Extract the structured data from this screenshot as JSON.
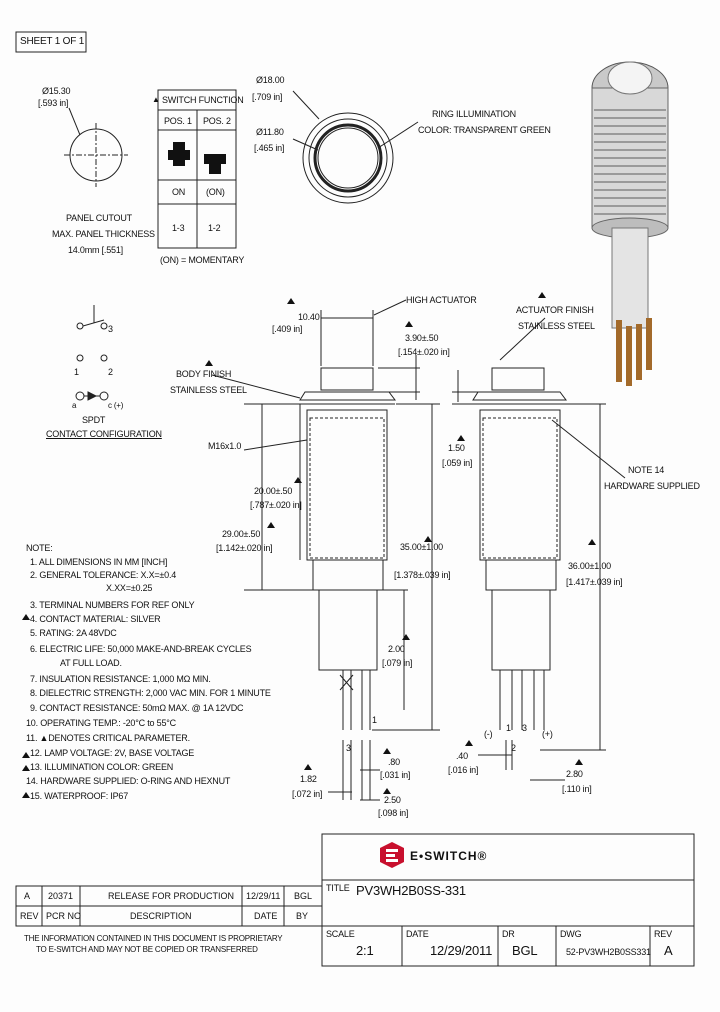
{
  "sheet_label": "SHEET 1 OF 1",
  "panel_cutout": {
    "dia_mm": "Ø15.30",
    "dia_in": "[.593 in]",
    "title": "PANEL CUTOUT",
    "max_thickness": "MAX. PANEL THICKNESS",
    "thickness_value": "14.0mm [.551]"
  },
  "switch_function": {
    "header": "SWITCH FUNCTION",
    "col1": "POS. 1",
    "col2": "POS. 2",
    "state1": "ON",
    "state2": "(ON)",
    "contact1": "1-3",
    "contact2": "1-2",
    "footnote": "(ON) = MOMENTARY"
  },
  "top_view": {
    "outer_dia_mm": "Ø18.00",
    "outer_dia_in": "[.709 in]",
    "inner_dia_mm": "Ø11.80",
    "inner_dia_in": "[.465 in]",
    "ring_label_1": "RING ILLUMINATION",
    "ring_label_2": "COLOR: TRANSPARENT GREEN"
  },
  "contact_config": {
    "pin_a": "3",
    "pin_b": "1",
    "pin_c": "2",
    "label_1": "SPDT",
    "label_2": "CONTACT CONFIGURATION",
    "led_minus": "a",
    "led_plus": "c (+)"
  },
  "dimensions": {
    "d1040_mm": "10.40",
    "d1040_in": "[.409 in]",
    "high_actuator": "HIGH ACTUATOR",
    "d390_mm": "3.90±.50",
    "d390_in": "[.154±.020 in]",
    "body_finish_1": "BODY FINISH",
    "body_finish_2": "STAINLESS STEEL",
    "thread": "M16x1.0",
    "d2000_mm": "20.00±.50",
    "d2000_in": "[.787±.020 in]",
    "d2900_mm": "29.00±.50",
    "d2900_in": "[1.142±.020 in]",
    "d3500_mm": "35.00±1.00",
    "d3500_in": "[1.378±.039 in]",
    "d200_mm": "2.00",
    "d200_in": "[.079 in]",
    "d080_mm": ".80",
    "d080_in": "[.031 in]",
    "d182_mm": "1.82",
    "d182_in": "[.072 in]",
    "d250_mm": "2.50",
    "d250_in": "[.098 in]",
    "actuator_finish_1": "ACTUATOR FINISH",
    "actuator_finish_2": "STAINLESS STEEL",
    "d150_mm": "1.50",
    "d150_in": "[.059 in]",
    "note14_1": "NOTE 14",
    "note14_2": "HARDWARE SUPPLIED",
    "d3600_mm": "36.00±1.00",
    "d3600_in": "[1.417±.039 in]",
    "d040_mm": ".40",
    "d040_in": "[.016 in]",
    "d280_mm": "2.80",
    "d280_in": "[.110 in]",
    "pin_minus": "(-)",
    "pin_plus": "(+)",
    "pin_label_2": "2",
    "pin_label_1": "1",
    "pin_label_3": "3"
  },
  "notes": {
    "header": "NOTE:",
    "items": [
      "1. ALL DIMENSIONS IN MM [INCH]",
      "2. GENERAL TOLERANCE: X.X=±0.4",
      "X.XX=±0.25",
      "3. TERMINAL NUMBERS FOR REF ONLY",
      "4. CONTACT MATERIAL: SILVER",
      "5. RATING: 2A 48VDC",
      "6. ELECTRIC LIFE: 50,000 MAKE-AND-BREAK CYCLES",
      "AT FULL LOAD.",
      "7. INSULATION RESISTANCE: 1,000 MΩ MIN.",
      "8. DIELECTRIC STRENGTH: 2,000 VAC MIN. FOR 1 MINUTE",
      "9. CONTACT RESISTANCE: 50mΩ MAX. @ 1A 12VDC",
      "10. OPERATING TEMP.: -20°C to 55°C",
      "11. ▲DENOTES CRITICAL PARAMETER.",
      "12. LAMP VOLTAGE: 2V, BASE VOLTAGE",
      "13. ILLUMINATION COLOR: GREEN",
      "14. HARDWARE SUPPLIED: O-RING AND HEXNUT",
      "15. WATERPROOF: IP67"
    ]
  },
  "revision": {
    "rev": "A",
    "pcr": "20371",
    "description": "RELEASE FOR PRODUCTION",
    "date": "12/29/11",
    "by": "BGL",
    "h_rev": "REV",
    "h_pcr": "PCR NO",
    "h_desc": "DESCRIPTION",
    "h_date": "DATE",
    "h_by": "BY"
  },
  "disclaimer_1": "THE INFORMATION CONTAINED IN THIS DOCUMENT IS PROPRIETARY",
  "disclaimer_2": "TO E-SWITCH AND MAY NOT BE COPIED OR TRANSFERRED",
  "title_block": {
    "brand": "E•SWITCH®",
    "title_label": "TITLE",
    "title_value": "PV3WH2B0SS-331",
    "scale_label": "SCALE",
    "scale_value": "2:1",
    "date_label": "DATE",
    "date_value": "12/29/2011",
    "dr_label": "DR",
    "dr_value": "BGL",
    "dwg_label": "DWG",
    "dwg_value": "52-PV3WH2B0SS331",
    "rev_label": "REV",
    "rev_value": "A"
  },
  "colors": {
    "line": "#222222",
    "brand_red": "#c8102e"
  }
}
